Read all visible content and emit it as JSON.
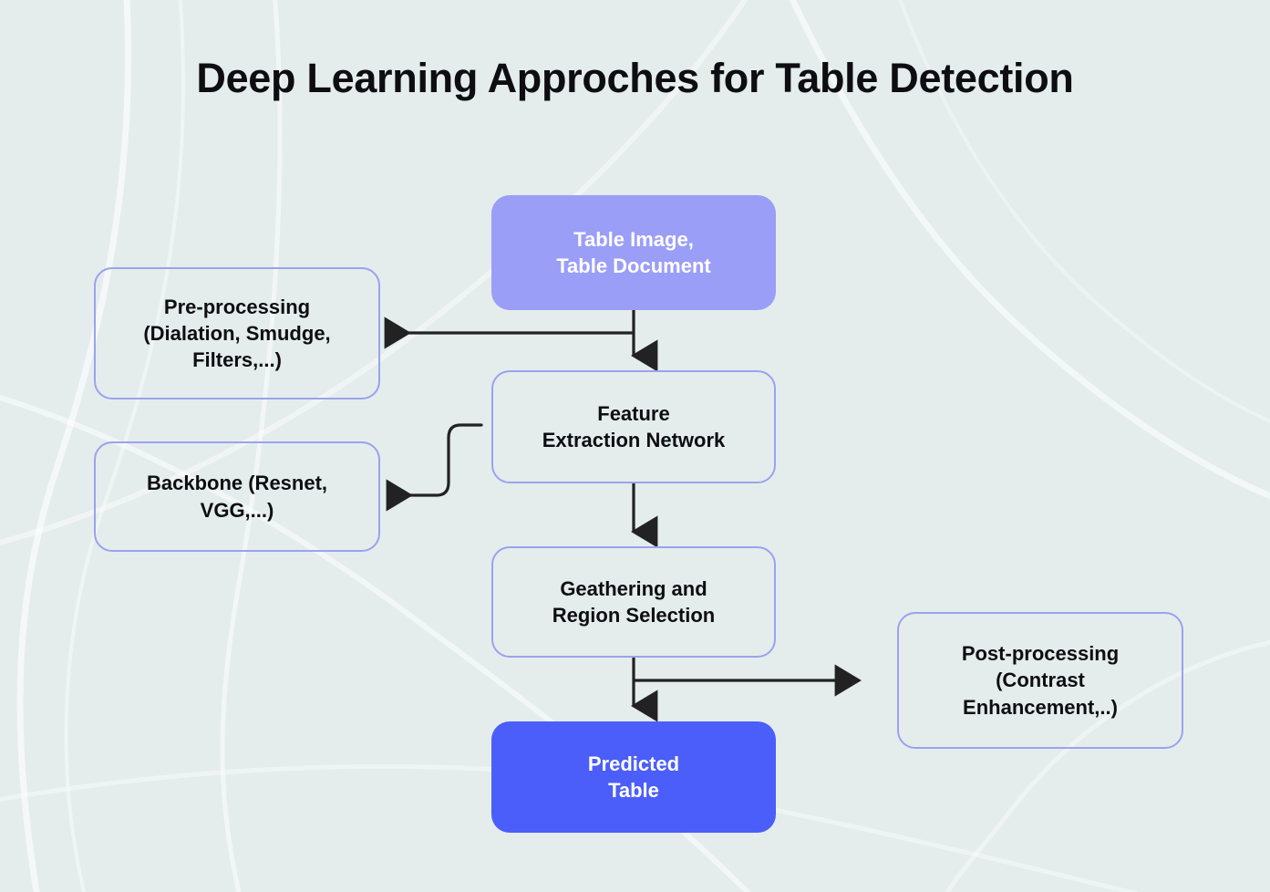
{
  "page": {
    "title": "Deep Learning Approches for Table Detection",
    "background_color": "#e4edec",
    "accent_light": "#9b9ef7",
    "accent_strong": "#4b5ef9",
    "outline_color": "#9ba2ee",
    "text_color": "#0d0d12",
    "connector_color": "#222222"
  },
  "diagram": {
    "type": "flowchart",
    "nodes": [
      {
        "id": "table-image",
        "label": "Table Image,\nTable Document",
        "style": "filled-light",
        "fill": "#9b9ef7",
        "text_color": "#ffffff"
      },
      {
        "id": "pre-processing",
        "label": "Pre-processing\n(Dialation, Smudge,\nFilters,...)",
        "style": "outlined",
        "fill": "transparent",
        "text_color": "#0d0d12"
      },
      {
        "id": "feature-extraction-network",
        "label": "Feature\nExtraction Network",
        "style": "outlined",
        "fill": "transparent",
        "text_color": "#0d0d12"
      },
      {
        "id": "backbone",
        "label": "Backbone (Resnet,\nVGG,...)",
        "style": "outlined",
        "fill": "transparent",
        "text_color": "#0d0d12"
      },
      {
        "id": "geathering-region-selection",
        "label": "Geathering and\nRegion Selection",
        "style": "outlined",
        "fill": "transparent",
        "text_color": "#0d0d12"
      },
      {
        "id": "post-processing",
        "label": "Post-processing\n(Contrast\nEnhancement,..)",
        "style": "outlined",
        "fill": "transparent",
        "text_color": "#0d0d12"
      },
      {
        "id": "predicted-table",
        "label": "Predicted\nTable",
        "style": "filled-strong",
        "fill": "#4b5ef9",
        "text_color": "#ffffff"
      }
    ],
    "edges": [
      {
        "from": "table-image",
        "to": "pre-processing",
        "direction": "left",
        "shape": "elbow"
      },
      {
        "from": "table-image",
        "to": "feature-extraction-network",
        "direction": "down",
        "shape": "straight"
      },
      {
        "from": "feature-extraction-network",
        "to": "backbone",
        "direction": "left",
        "shape": "s-curve"
      },
      {
        "from": "feature-extraction-network",
        "to": "geathering-region-selection",
        "direction": "down",
        "shape": "straight"
      },
      {
        "from": "geathering-region-selection",
        "to": "post-processing",
        "direction": "right",
        "shape": "elbow"
      },
      {
        "from": "geathering-region-selection",
        "to": "predicted-table",
        "direction": "down",
        "shape": "straight"
      }
    ]
  }
}
